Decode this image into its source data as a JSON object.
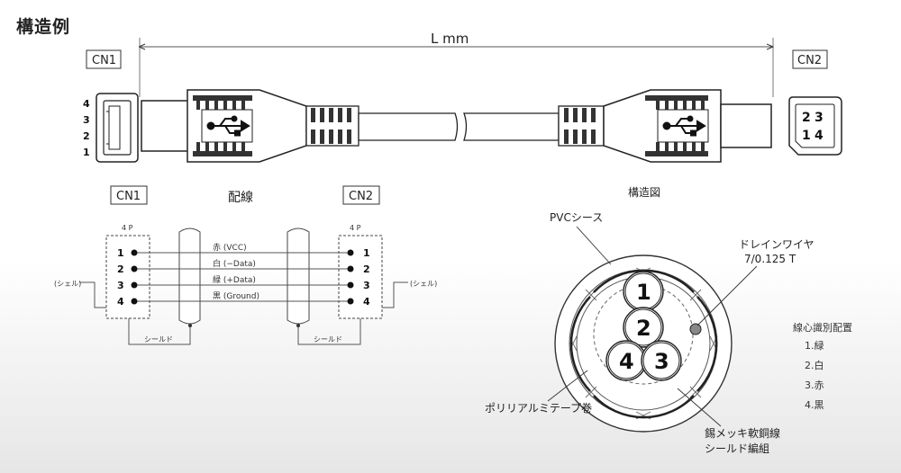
{
  "title": "構造例",
  "length_label": "L mm",
  "cn1_label": "CN1",
  "cn2_label": "CN2",
  "cn1_pin_numbers": [
    "4",
    "3",
    "2",
    "1"
  ],
  "cn2_pin_grid": [
    "2",
    "3",
    "1",
    "4"
  ],
  "wiring": {
    "title": "配線",
    "cn1_label": "CN1",
    "cn2_label": "CN2",
    "pin_count_left": "4 P",
    "pin_count_right": "4 P",
    "pins": [
      "1",
      "2",
      "3",
      "4"
    ],
    "wire_labels": [
      "赤 (VCC)",
      "白 (−Data)",
      "緑 (+Data)",
      "黒 (Ground)"
    ],
    "shield_left": "(シェル)",
    "shield_right": "(シェル)",
    "shield_label_left": "シールド",
    "shield_label_right": "シールド"
  },
  "cross_section": {
    "title": "構造図",
    "pvc_sheath": "PVCシース",
    "drain_wire": "ドレインワイヤ",
    "drain_wire_spec": "7/0.125 T",
    "polyester_tape": "ポリリアルミテープ巻",
    "shield_braid_line1": "錫メッキ軟銅線",
    "shield_braid_line2": "シールド編組",
    "core_numbers": [
      "1",
      "2",
      "4",
      "3"
    ]
  },
  "core_color_code": {
    "title": "線心識別配置",
    "items": [
      "1.緑",
      "2.白",
      "3.赤",
      "4.黒"
    ]
  }
}
